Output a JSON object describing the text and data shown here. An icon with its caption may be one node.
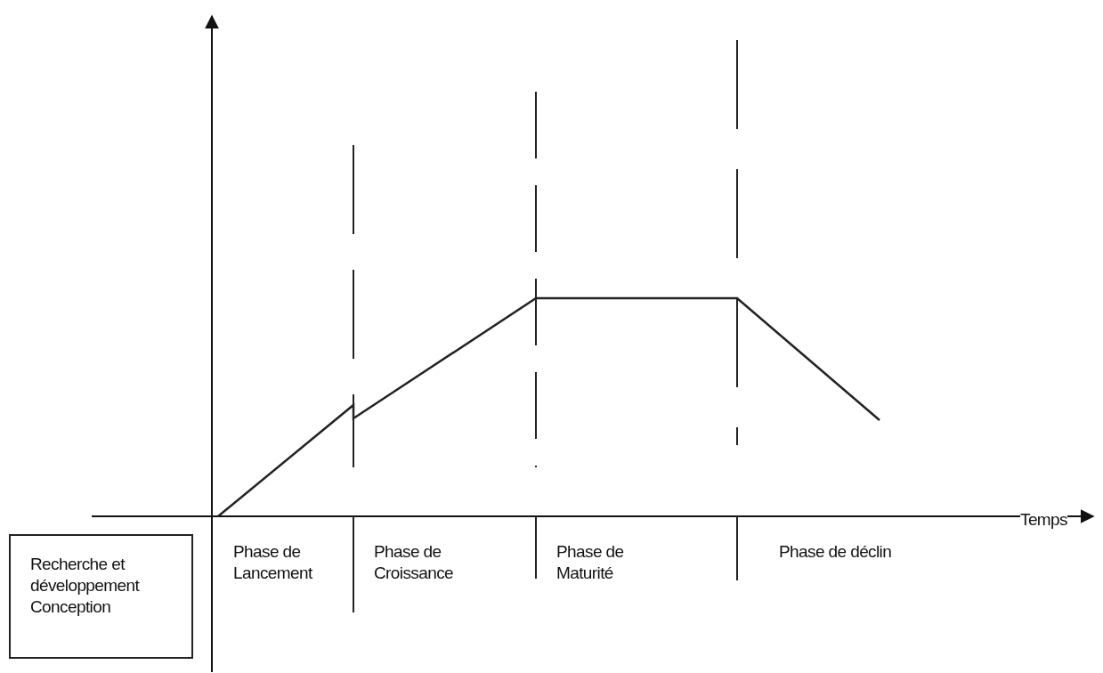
{
  "diagram": {
    "nodes": [
      {
        "text": [
          "Recherche et développement Conception"
        ]
      }
    ],
    "labels": [
      "Temps",
      "Phase de Lancement",
      "Phase de Croissance",
      "Phase de Maturité",
      "Phase de déclin"
    ]
  }
}
